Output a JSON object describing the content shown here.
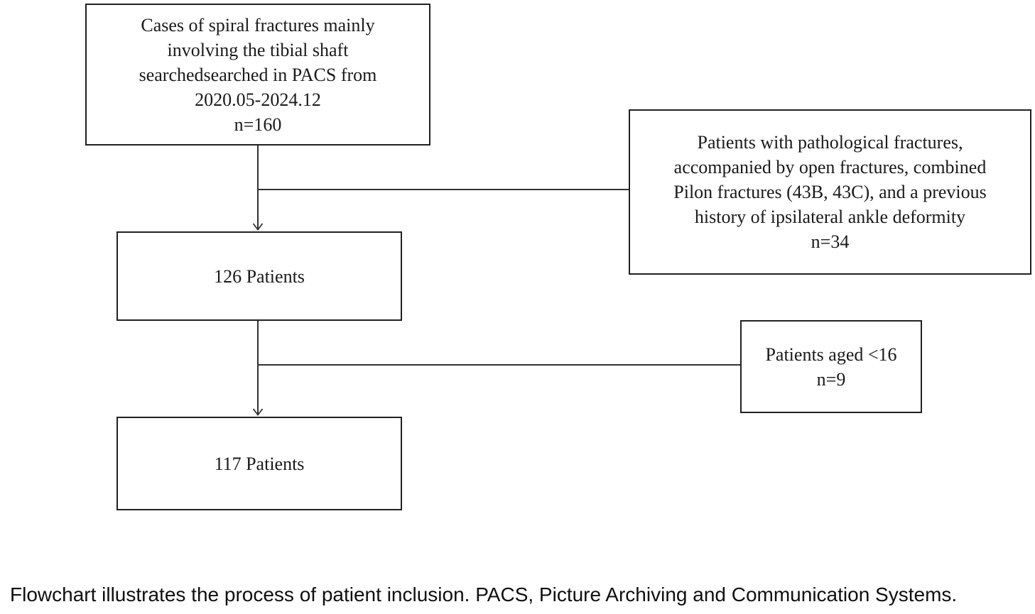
{
  "flowchart": {
    "top_box": {
      "lines": [
        "Cases of spiral fractures mainly",
        "involving the tibial shaft",
        "searchedsearched in PACS from",
        "2020.05-2024.12",
        "n=160"
      ]
    },
    "exclusion_box_1": {
      "lines": [
        "Patients with pathological fractures,",
        "accompanied by open fractures, combined",
        "Pilon fractures (43B, 43C), and a previous",
        "history of ipsilateral ankle deformity",
        "n=34"
      ]
    },
    "patients_126_box": {
      "label": "126 Patients"
    },
    "exclusion_box_2": {
      "lines": [
        "Patients aged <16",
        "n=9"
      ]
    },
    "patients_117_box": {
      "label": "117 Patients"
    }
  },
  "caption": {
    "text": "Flowchart illustrates the process of patient inclusion. PACS, Picture Archiving and Communication Systems."
  },
  "colors": {
    "border": "#212121",
    "line": "#333333",
    "text": "#1a1a1a",
    "background": "#ffffff"
  }
}
